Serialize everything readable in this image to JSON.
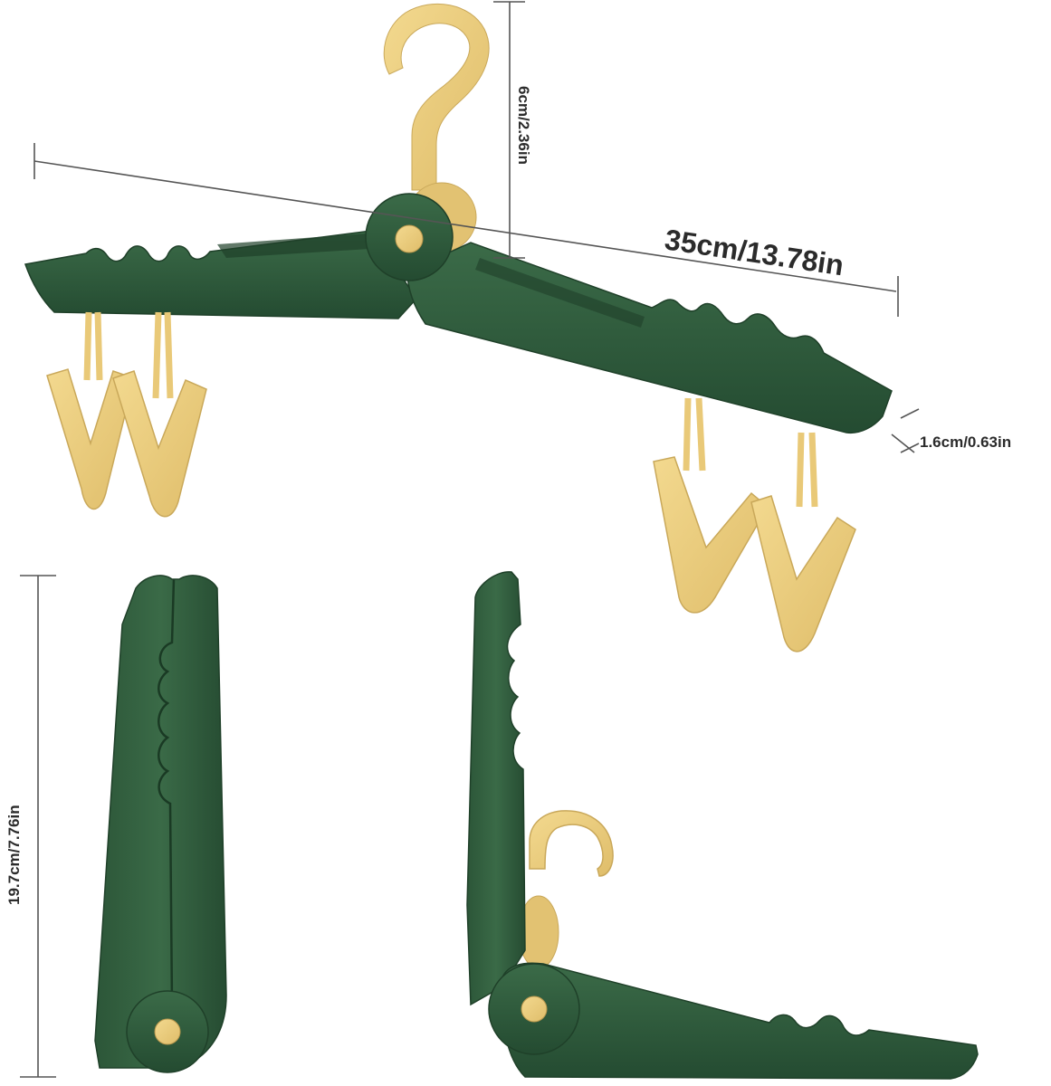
{
  "dimensions": {
    "hook_height": "6cm/2.36in",
    "width": "35cm/13.78in",
    "thickness": "1.6cm/0.63in",
    "folded_length": "19.7cm/7.76in"
  },
  "colors": {
    "hanger_green": "#2f5b3c",
    "hanger_green_dark": "#234a30",
    "hook_yellow": "#e9c978",
    "clip_yellow": "#f0d58f",
    "dimension_line": "#555555"
  }
}
